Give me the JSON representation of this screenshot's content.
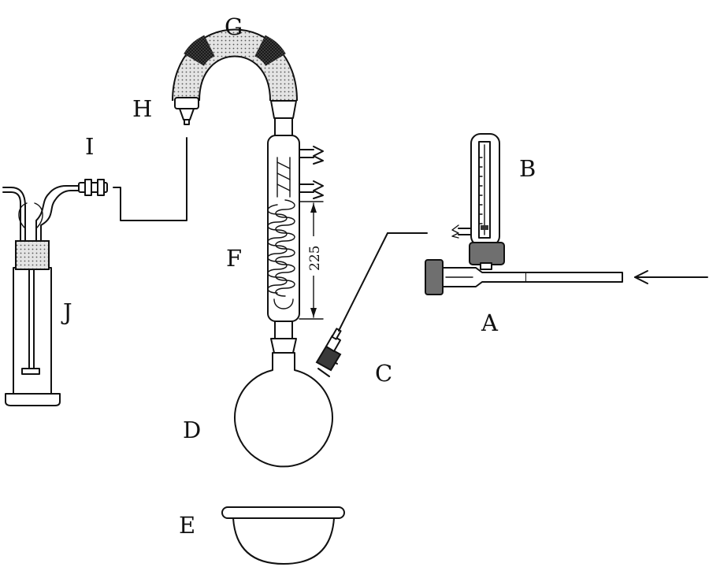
{
  "labels": {
    "A": "A",
    "B": "B",
    "C": "C",
    "D": "D",
    "E": "E",
    "F": "F",
    "G": "G",
    "H": "H",
    "I": "I",
    "J": "J"
  },
  "dimension": "225",
  "colors": {
    "line": "#111111",
    "rubber": "#6f6f6f",
    "tube_fill": "#d8d8d8",
    "tube_band": "#2b2b2b",
    "background": "#ffffff"
  },
  "icons": {
    "inlet": "arrow-left-icon"
  }
}
